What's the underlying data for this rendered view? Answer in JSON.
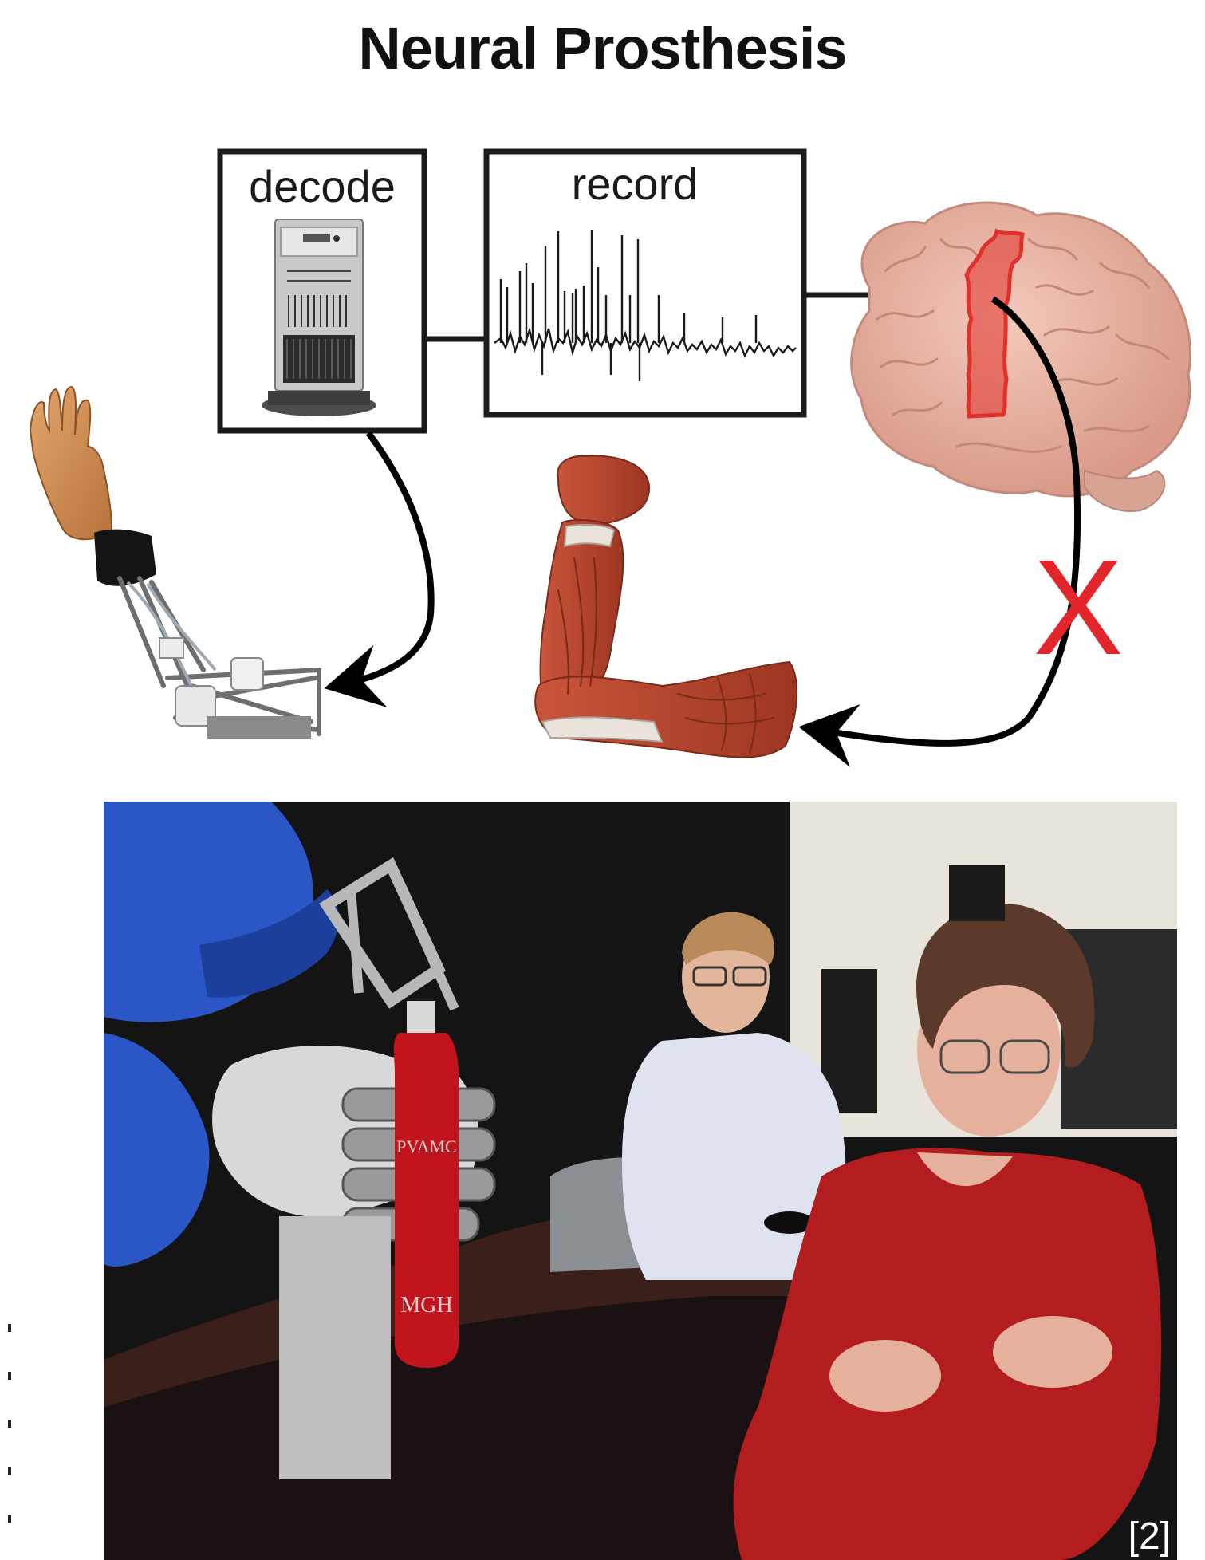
{
  "title": "Neural Prosthesis",
  "boxes": {
    "decode": {
      "label": "decode"
    },
    "record": {
      "label": "record"
    }
  },
  "blocked_marker": "X",
  "photo": {
    "citation": "[2]",
    "bottle_text": [
      "PVAMC",
      "MGH"
    ]
  },
  "colors": {
    "arrow": "#000000",
    "blocked": "#e3262b",
    "motor_cortex": "#e0302a",
    "brain": "#e8b3a4",
    "muscle": "#b5432b",
    "robot_blue": "#2a56c6",
    "sweater": "#b41d20"
  }
}
